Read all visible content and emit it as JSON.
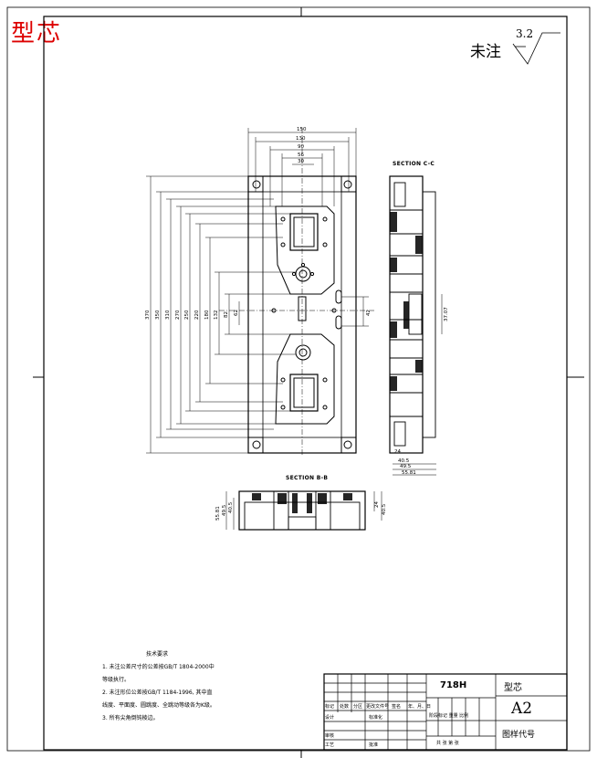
{
  "header": {
    "part_name_red": "型芯",
    "roughness_label": "未注",
    "roughness_value": "3.2"
  },
  "views": {
    "section_cc": "SECTION C-C",
    "section_bb": "SECTION B-B"
  },
  "dimensions": {
    "top": [
      "150",
      "130",
      "90",
      "56",
      "30"
    ],
    "left": [
      "370",
      "350",
      "310",
      "270",
      "250",
      "220",
      "180",
      "132",
      "82",
      "62"
    ],
    "center_right": "42",
    "section_cc_right": "37.07",
    "section_cc_bottom": [
      "24",
      "40.5",
      "49.5",
      "55.81"
    ],
    "section_bb_left": [
      "55.81",
      "49.5",
      "40.5"
    ],
    "section_bb_right": [
      "24",
      "40.5"
    ]
  },
  "tech_notes": {
    "title": "技术要求",
    "items": [
      "1. 未注公差尺寸的公差按GB/T 1804-2000中",
      "   等级执行。",
      "2. 未注形位公差按GB/T 1184-1996, 其中直",
      "   线度、平面度、圆跳度、全跳动等级各为K级。",
      "3. 所有尖角倒钝棱边。"
    ]
  },
  "title_block": {
    "material": "718H",
    "part_name": "型芯",
    "sheet_size": "A2",
    "drawing_no_label": "图样代号",
    "row_labels": [
      "标记",
      "处数",
      "分区",
      "更改文件号",
      "签名",
      "年、月、日"
    ],
    "side_labels": [
      "设计",
      "审核",
      "工艺"
    ],
    "std_label": "标准化",
    "approve_label": "批准",
    "stage_labels": "阶段标记  重量  比例",
    "sheet_labels": "共  张  第  张"
  }
}
